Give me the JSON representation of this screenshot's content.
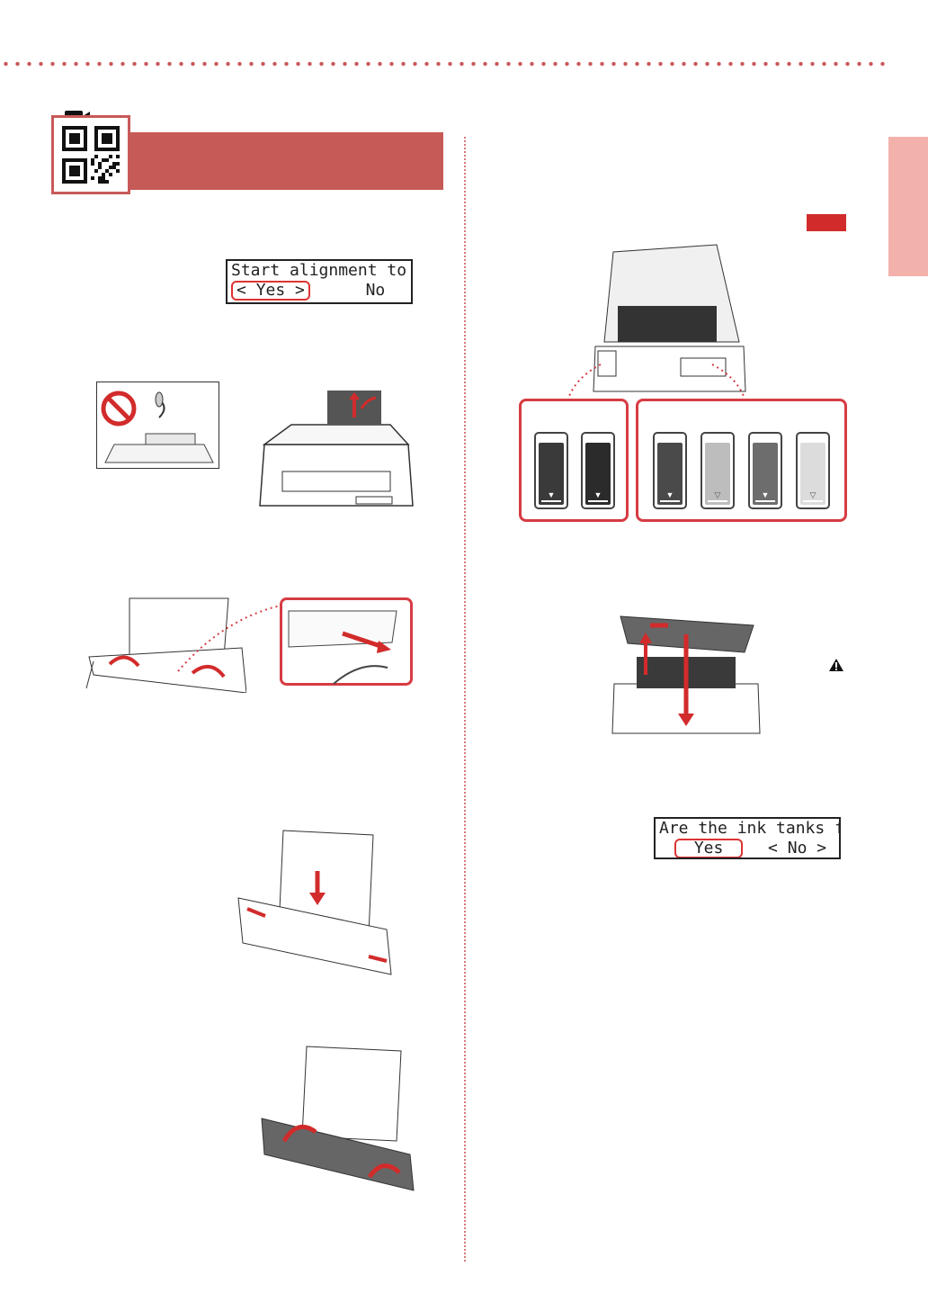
{
  "header": {
    "section_title": ""
  },
  "lcd_alignment": {
    "line1": "Start alignment to impro",
    "yes": "Yes",
    "no": "No",
    "left_chev": "<",
    "right_chev": ">"
  },
  "lcd_ink": {
    "line1": "Are the ink tanks filled w",
    "yes": "Yes",
    "no": "No",
    "left_chev": "<",
    "right_chev": ">"
  },
  "icons": {
    "video": "video-camera-icon",
    "qr": "qr-code-icon",
    "prohibited": "prohibited-icon",
    "warning": "warning-icon"
  },
  "colors": {
    "accent": "#c65a56",
    "tab": "#f3b1ac",
    "highlight": "#d63c43",
    "tag": "#d22b2b"
  },
  "ink_tanks": {
    "left_group": [
      {
        "fill": "#3a3a3a",
        "mark": "▼"
      },
      {
        "fill": "#2b2b2b",
        "mark": "▼"
      }
    ],
    "right_group": [
      {
        "fill": "#4a4a4a",
        "mark": "▼"
      },
      {
        "fill": "#bdbdbd",
        "mark": "▽"
      },
      {
        "fill": "#6d6d6d",
        "mark": "▼"
      },
      {
        "fill": "#dcdcdc",
        "mark": "▽"
      }
    ]
  }
}
